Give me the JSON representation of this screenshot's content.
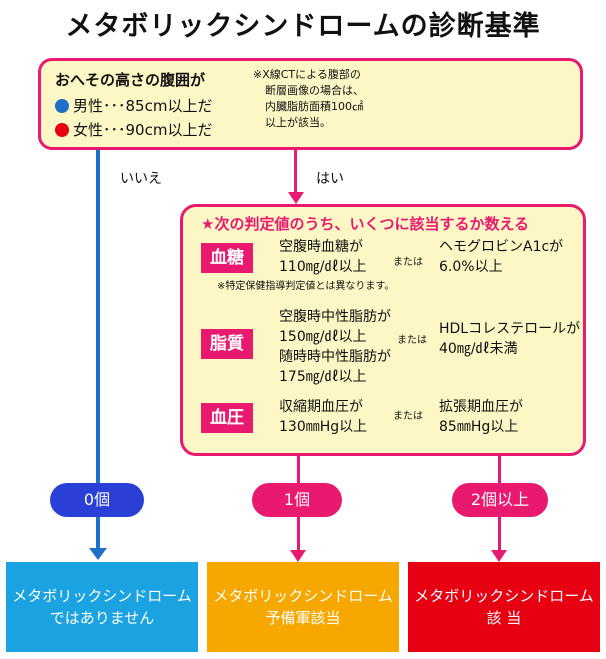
{
  "title": "メタボリックシンドロームの診断基準",
  "question": {
    "title": "おへその高さの腹囲が",
    "male": "男性･･･85cm以上だ",
    "female": "女性･･･90cm以上だ",
    "male_color": "#1e6fc8",
    "female_color": "#e60012",
    "ct_note": [
      "※X線CTによる腹部の",
      "断層画像の場合は、",
      "内臓脂肪面積100㎠",
      "以上が該当。"
    ]
  },
  "branches": {
    "no": "いいえ",
    "yes": "はい"
  },
  "criteria": {
    "title": "★次の判定値のうち、いくつに該当するか数える",
    "or_label": "または",
    "blood_sugar": {
      "tag": "血糖",
      "a": [
        "空腹時血糖が",
        "110㎎/㎗以上"
      ],
      "b": [
        "ヘモグロビンA1cが",
        "6.0%以上"
      ],
      "note": "※特定保健指導判定値とは異なります。"
    },
    "lipid": {
      "tag": "脂質",
      "a": [
        "空腹時中性脂肪が",
        "150㎎/㎗以上"
      ],
      "a2": [
        "随時時中性脂肪が",
        "175㎎/㎗以上"
      ],
      "b": [
        "HDLコレステロールが",
        "40㎎/㎗未満"
      ]
    },
    "pressure": {
      "tag": "血圧",
      "a": [
        "収縮期血圧が",
        "130㎜Hg以上"
      ],
      "b": [
        "拡張期血圧が",
        "85㎜Hg以上"
      ]
    }
  },
  "counts": [
    "0個",
    "1個",
    "2個以上"
  ],
  "results": [
    [
      "メタボリックシンドローム",
      "ではありません"
    ],
    [
      "メタボリックシンドローム",
      "予備軍該当"
    ],
    [
      "メタボリックシンドローム",
      "該 当"
    ]
  ],
  "colors": {
    "accent": "#e8196e",
    "box_fill": "#fdf7c6",
    "blue": "#1e6fc8"
  }
}
